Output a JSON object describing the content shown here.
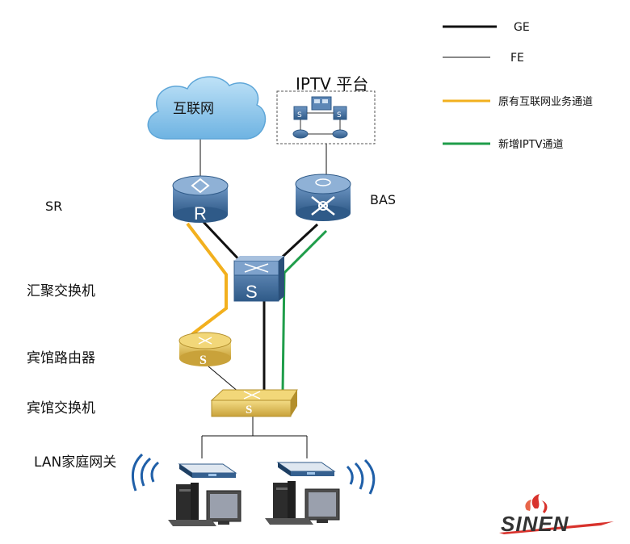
{
  "legend": {
    "ge": "GE",
    "fe": "FE",
    "old_channel": "原有互联网业务通道",
    "new_channel": "新增IPTV通道"
  },
  "nodes": {
    "internet": "互联网",
    "iptv_platform": "IPTV 平台",
    "sr": "SR",
    "bas": "BAS",
    "agg_switch": "汇聚交换机",
    "hotel_router": "宾馆路由器",
    "hotel_switch": "宾馆交换机",
    "lan_gateway": "LAN家庭网关"
  },
  "logo": "SINEN",
  "colors": {
    "ge_line": "#111111",
    "fe_line": "#111111",
    "old_channel": "#f2b01e",
    "new_channel": "#1f9d4a",
    "device_blue": "#3f6a9a",
    "device_gold": "#d8b44a",
    "cloud": "#8fc6ea",
    "logo_red": "#d8322c",
    "logo_dark": "#333333"
  }
}
